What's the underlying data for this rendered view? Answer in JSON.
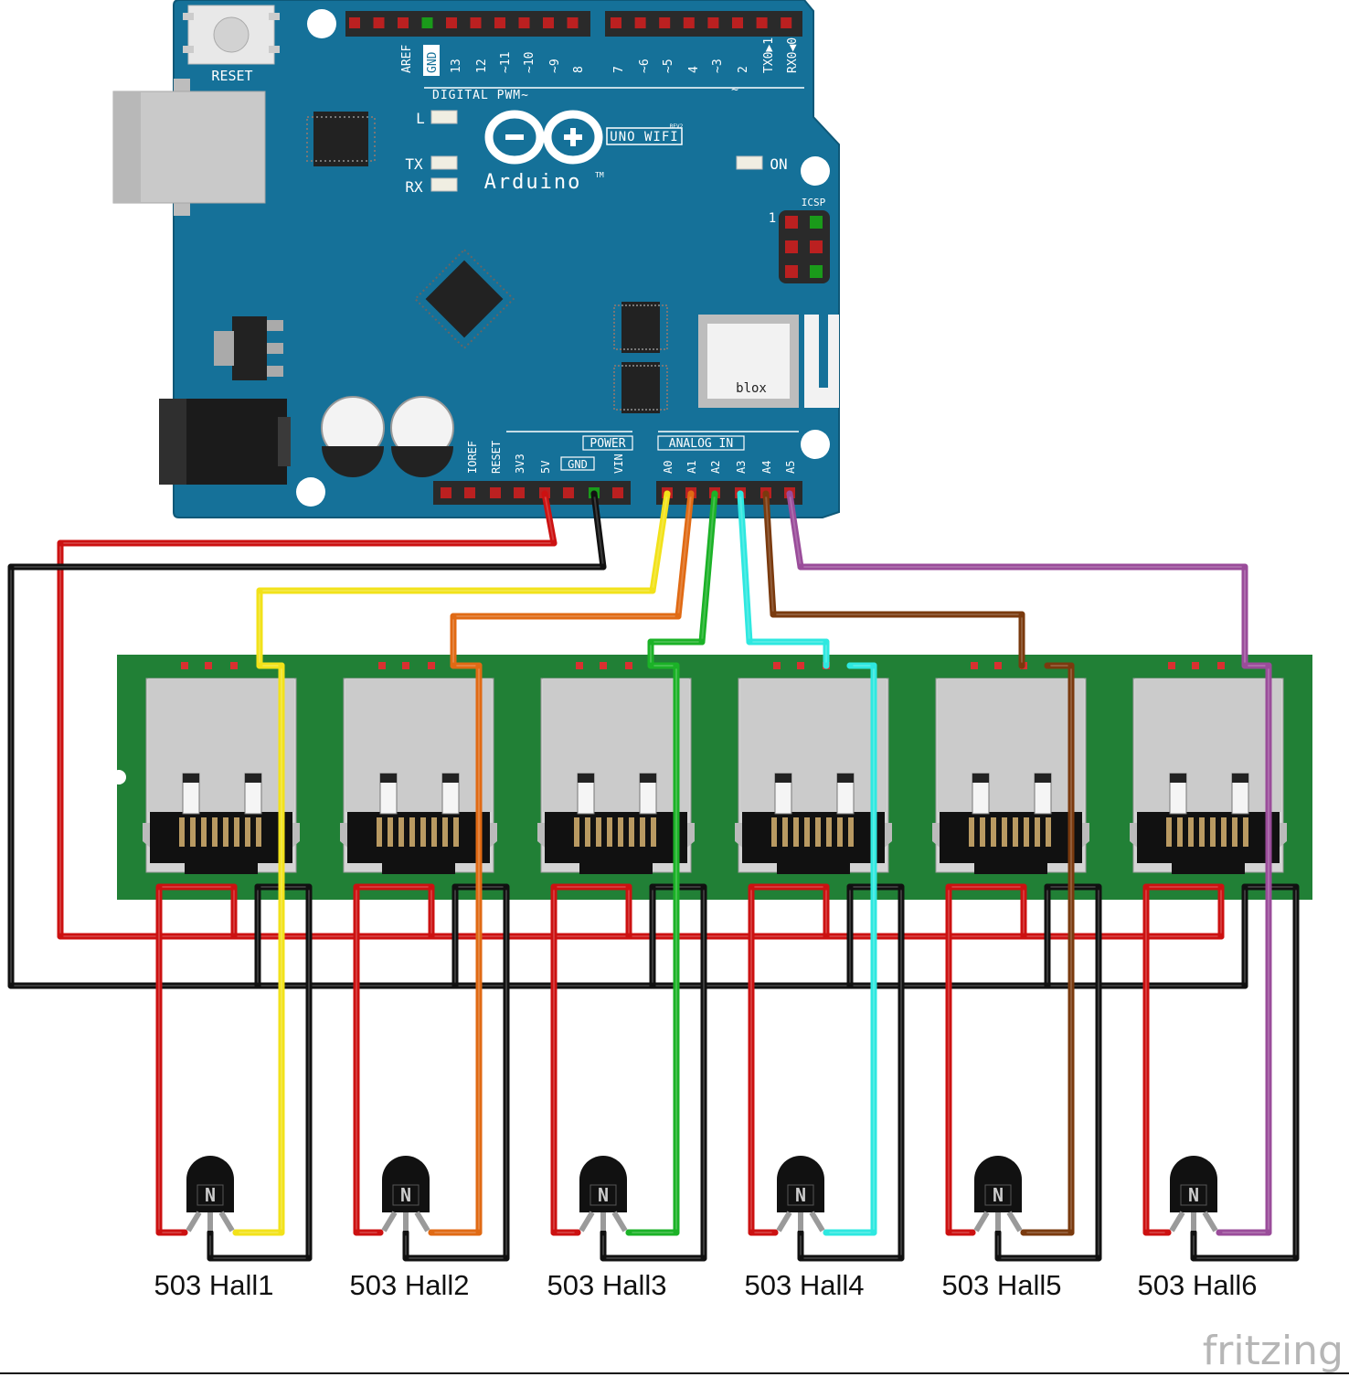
{
  "board": {
    "reset_label": "RESET",
    "brand": "Arduino",
    "trademark": "TM",
    "model": "UNO WIFI",
    "rev": "REV2",
    "digital_header": "DIGITAL PWM~",
    "power_header": "POWER",
    "analog_header": "ANALOG IN",
    "icsp_label": "ICSP",
    "icsp_pin1": "1",
    "led_l": "L",
    "led_tx": "TX",
    "led_rx": "RX",
    "led_on": "ON",
    "module_label": "blox",
    "gnd_label": "GND",
    "tilde": "~",
    "digital_pins": [
      "AREF",
      "GND",
      "13",
      "12",
      "~11",
      "~10",
      "~9",
      "8",
      "7",
      "~6",
      "~5",
      "4",
      "~3",
      "2",
      "TX0▶1",
      "RX0◀0"
    ],
    "power_pins": [
      "IOREF",
      "RESET",
      "3V3",
      "5V",
      "GND",
      "VIN"
    ],
    "analog_pins": [
      "A0",
      "A1",
      "A2",
      "A3",
      "A4",
      "A5"
    ]
  },
  "wire_colors": {
    "vcc": "#cc1111",
    "gnd": "#111111",
    "a0": "#f2e21a",
    "a1": "#e06a14",
    "a2": "#1bb227",
    "a3": "#2ee8e0",
    "a4": "#7a3a0e",
    "a5": "#9a4c9a"
  },
  "sensors": [
    {
      "label": "503 Hall1",
      "mark": "N"
    },
    {
      "label": "503 Hall2",
      "mark": "N"
    },
    {
      "label": "503 Hall3",
      "mark": "N"
    },
    {
      "label": "503 Hall4",
      "mark": "N"
    },
    {
      "label": "503 Hall5",
      "mark": "N"
    },
    {
      "label": "503 Hall6",
      "mark": "N"
    }
  ],
  "watermark": "fritzing"
}
